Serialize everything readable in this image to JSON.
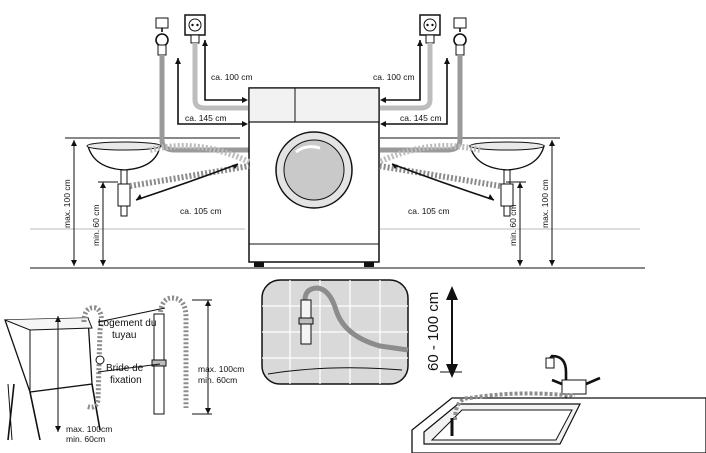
{
  "labels": {
    "supply_left_short": "ca. 100 cm",
    "supply_right_short": "ca. 100 cm",
    "supply_left_long": "ca. 145 cm",
    "supply_right_long": "ca. 145 cm",
    "drain_left": "ca. 105 cm",
    "drain_right": "ca. 105 cm",
    "height_left_max": "max. 100 cm",
    "height_left_min": "min. 60 cm",
    "height_right_max": "max. 100 cm",
    "height_right_min": "min. 60 cm",
    "sink_logement_line1": "Logement du",
    "sink_logement_line2": "tuyau",
    "sink_bride_line1": "Bride de",
    "sink_bride_line2": "fixation",
    "sink_height_max": "max. 100cm",
    "sink_height_min": "min. 60cm",
    "sink_base_max": "max. 100cm",
    "sink_base_min": "min. 60cm",
    "wall_drain_range": "60 - 100 cm"
  },
  "colors": {
    "line": "#111111",
    "hose": "#8c8c8c",
    "hose_light": "#bdbdbd",
    "machine_panel": "#f2f2f2",
    "tile_bg": "#d9d9d9"
  }
}
